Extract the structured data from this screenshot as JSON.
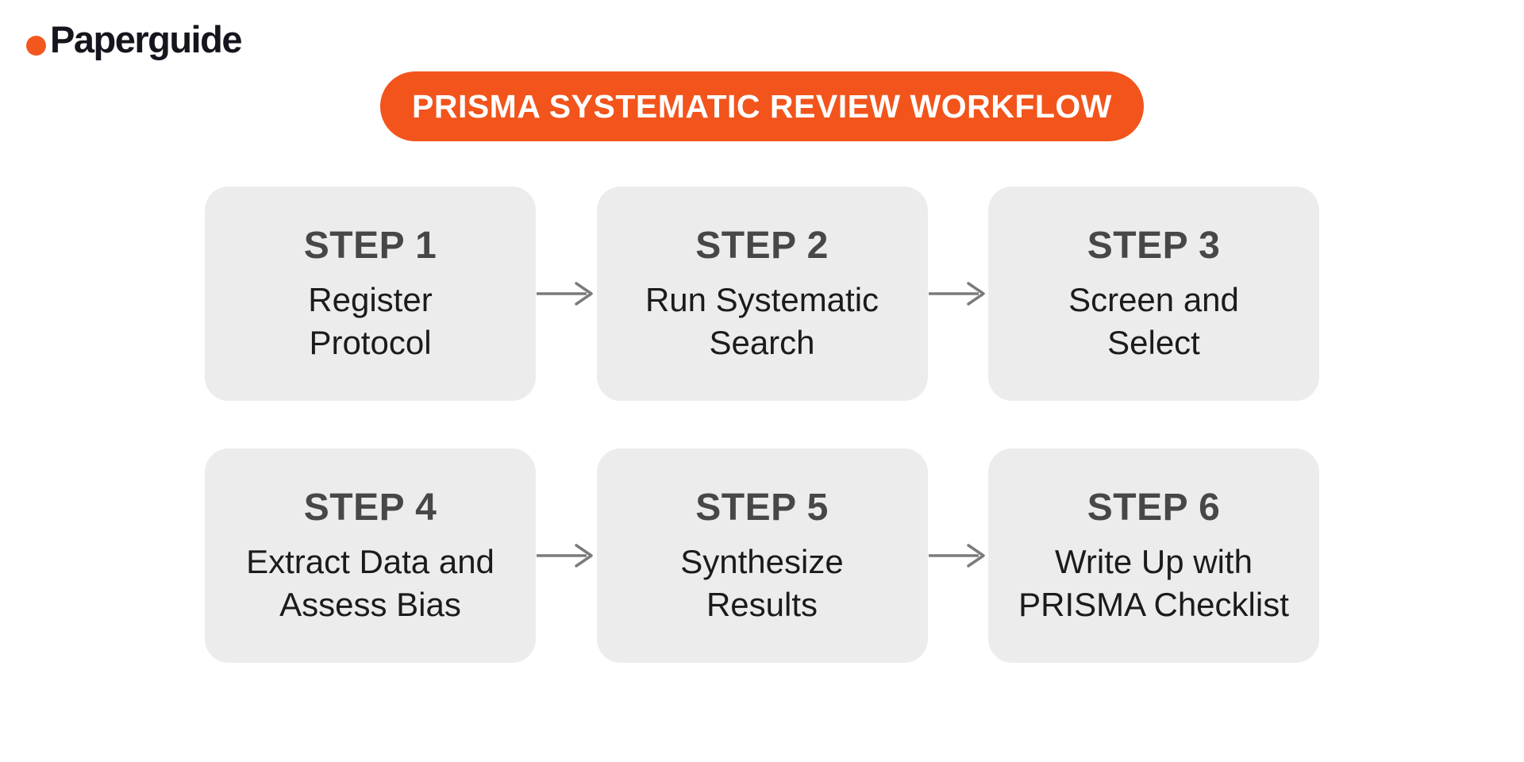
{
  "logo": {
    "text": "Paperguide",
    "dot_icon": "orange-dot"
  },
  "banner": {
    "title": "PRISMA SYSTEMATIC REVIEW WORKFLOW"
  },
  "steps": [
    {
      "label": "STEP 1",
      "lines": [
        "Register",
        "Protocol"
      ]
    },
    {
      "label": "STEP 2",
      "lines": [
        "Run Systematic",
        "Search"
      ]
    },
    {
      "label": "STEP 3",
      "lines": [
        "Screen and",
        "Select"
      ]
    },
    {
      "label": "STEP 4",
      "lines": [
        "Extract Data and",
        "Assess Bias"
      ]
    },
    {
      "label": "STEP 5",
      "lines": [
        "Synthesize",
        "Results"
      ]
    },
    {
      "label": "STEP 6",
      "lines": [
        "Write Up with",
        "PRISMA Checklist"
      ]
    }
  ],
  "icons": {
    "arrow": "arrow-right-icon"
  },
  "colors": {
    "accent_orange": "#F2541C",
    "logo_dot_orange": "#F2571E",
    "card_gray": "#ECECEC",
    "step_label_gray": "#474747",
    "body_text": "#1B1B1B",
    "arrow_gray": "#7B7B7B",
    "background": "#FFFFFF",
    "banner_text": "#FFFFFF"
  }
}
